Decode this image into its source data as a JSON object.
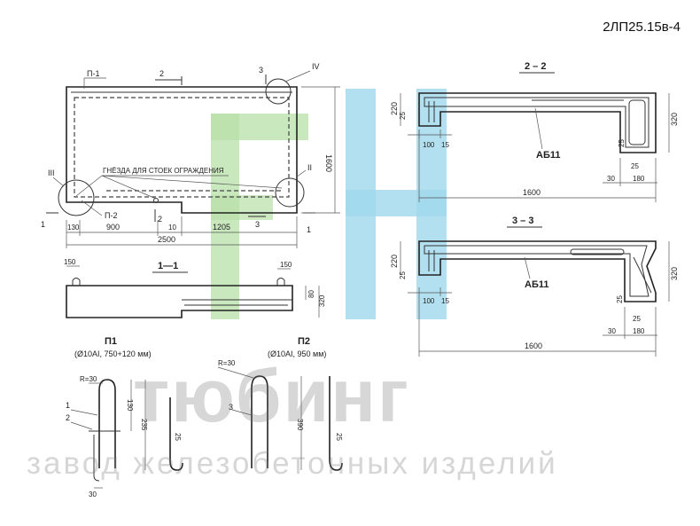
{
  "sheet": {
    "code": "2ЛП25.15в-4",
    "watermark_title": "тюбинг",
    "watermark_subtitle": "завод железобетонных изделий",
    "colors": {
      "logo_green": "#b8e0a8",
      "logo_cyan": "#9fd8ec",
      "line": "#333333"
    }
  },
  "plan": {
    "note": "ГНЁЗДА ДЛЯ СТОЕК ОГРАЖДЕНИЯ",
    "marks": [
      "П-1",
      "2",
      "3",
      "IV",
      "III",
      "II",
      "П-2",
      "2",
      "3",
      "1",
      "1"
    ],
    "dims": {
      "d130": "130",
      "d900": "900",
      "d10": "10",
      "d1205": "1205",
      "d2500": "2500",
      "d1600": "1600"
    }
  },
  "section11": {
    "title": "1—1",
    "dims": [
      "150",
      "150",
      "80",
      "320"
    ]
  },
  "section22": {
    "title": "2 – 2",
    "label": "АБ11",
    "dims": [
      "220",
      "25",
      "100",
      "15",
      "320",
      "25",
      "25",
      "30",
      "180",
      "1600"
    ]
  },
  "section33": {
    "title": "3 – 3",
    "label": "АБ11",
    "dims": [
      "220",
      "25",
      "100",
      "15",
      "320",
      "25",
      "25",
      "30",
      "180",
      "1600"
    ]
  },
  "p1": {
    "title": "П1",
    "spec": "(Ø10АI, 750+120 мм)",
    "r": "R=30",
    "marks": [
      "1",
      "2"
    ],
    "dims": [
      "130",
      "235",
      "25",
      "30"
    ]
  },
  "p2": {
    "title": "П2",
    "spec": "(Ø10АI, 950 мм)",
    "r": "R=30",
    "marks": [
      "3"
    ],
    "dims": [
      "390",
      "25"
    ]
  }
}
